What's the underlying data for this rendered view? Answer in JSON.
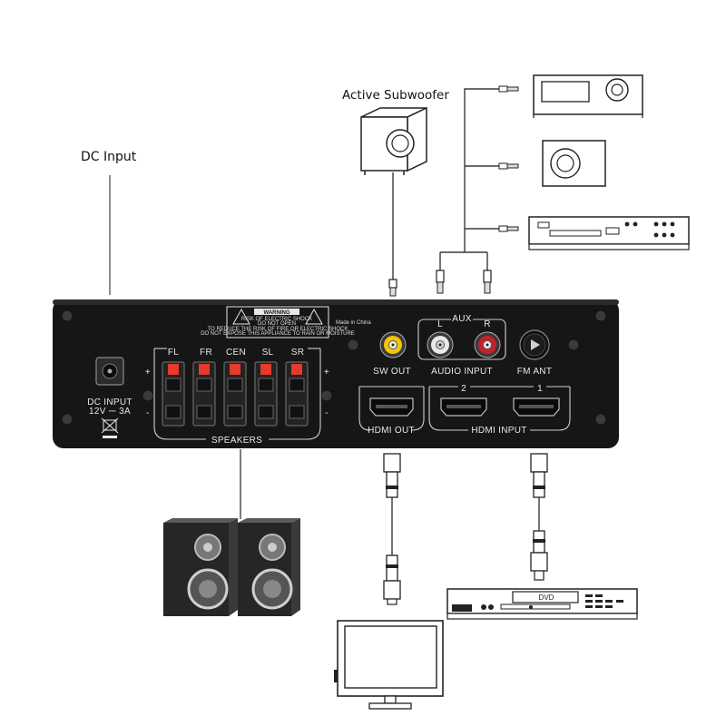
{
  "labels": {
    "dc_input": "DC Input",
    "active_subwoofer": "Active Subwoofer"
  },
  "panel": {
    "warning_title": "WARNING",
    "warning_line1": "RISK OF ELECTRIC SHOCK",
    "warning_line2": "DO NOT OPEN",
    "warning_line3": "TO REDUCE THE RISK OF FIRE OR ELECTRIC SHOCK",
    "warning_line4": "DO NOT EXPOSE THIS APPLIANCE TO RAIN OR MOISTURE",
    "made_in": "Made in China",
    "aux": "AUX",
    "aux_l": "L",
    "aux_r": "R",
    "sw_out": "SW OUT",
    "audio_input": "AUDIO INPUT",
    "fm_ant": "FM ANT",
    "dc_input_line1": "DC INPUT",
    "dc_input_line2": "12V ⎓ 3A",
    "speakers": "SPEAKERS",
    "speaker_channels": [
      "FL",
      "FR",
      "CEN",
      "SL",
      "SR"
    ],
    "plus": "+",
    "minus": "-",
    "hdmi_out": "HDMI OUT",
    "hdmi_input": "HDMI INPUT",
    "hdmi_in_2": "2",
    "hdmi_in_1": "1"
  },
  "dvd_player": {
    "badge": "DVD"
  },
  "colors": {
    "panel": "#161616",
    "terminal_red": "#e53a2c",
    "rca_yellow": "#f2c600",
    "rca_white": "#e8e8e8",
    "rca_red": "#c8202a"
  }
}
